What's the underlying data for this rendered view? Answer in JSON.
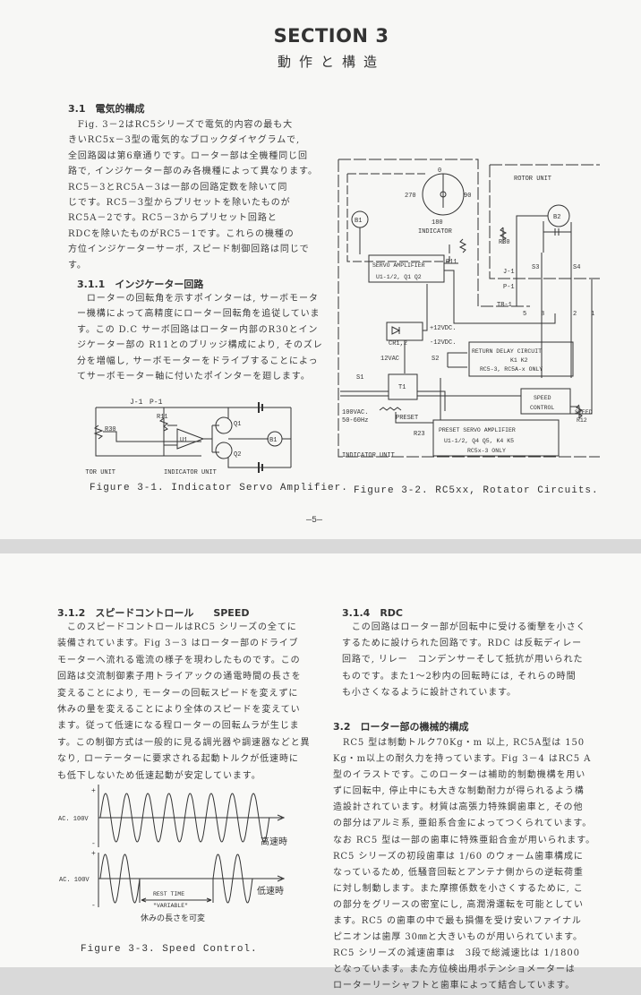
{
  "page1": {
    "section_title": "SECTION 3",
    "section_subtitle": "動作と構造",
    "s31": {
      "heading": "3.1　電気的構成",
      "lines": [
        "　Fig. 3－2はRC5シリーズで電気的内容の最も大",
        "きいRC5x－3型の電気的なブロックダイヤグラムで,",
        "全回路図は第6章通りです。ローター部は全機種同じ回",
        "路で, インジケーター部のみ各機種によって異なります。",
        "RC5－3とRC5A－3は一部の回路定数を除いて同",
        "じです。RC5－3型からプリセットを除いたものが",
        "RC5A－2です。RC5－3からプリセット回路と",
        "RDCを除いたものがRC5－1です。これらの機種の",
        "方位インジケーターサーボ, スピード制御回路は同じで",
        "す。"
      ]
    },
    "s311": {
      "heading": "3.1.1　インジケーター回路",
      "lines": [
        "　ローターの回転角を示すポインターは, サーボモータ",
        "ー機構によって高精度にローター回転角を追従していま",
        "す。この D.C サーボ回路はローター内部のR30とイン",
        "ジケーター部の R11とのブリッジ構成により, そのズレ",
        "分を増幅し, サーボモーターをドライブすることによっ",
        "てサーボモーター軸に付いたポインターを廻します。"
      ]
    },
    "fig31": {
      "labels": {
        "j1": "J-1",
        "p1": "P-1",
        "r11": "R11",
        "r30": "R30",
        "u1": "U1",
        "q1": "Q1",
        "q2": "Q2",
        "b1": "B1",
        "rotor_unit": "ROTOR UNIT",
        "indicator_unit": "INDICATOR UNIT"
      },
      "caption": "Figure 3-1. Indicator Servo Amplifier."
    },
    "fig32": {
      "labels": {
        "deg0": "0",
        "deg90": "90",
        "deg180": "180",
        "deg270": "270",
        "indicator": "INDICATOR",
        "b1": "B1",
        "b2": "B2",
        "rotor_unit": "ROTOR UNIT",
        "r30": "R30",
        "r11": "R11",
        "servo_amp": "SERVO AMPLIFIER",
        "servo_amp_parts": "U1-1/2, Q1 Q2",
        "j1": "J-1",
        "p1": "P-1",
        "tb1": "TB-1",
        "s3": "S3",
        "s4": "S4",
        "t5": "5",
        "t3": "3",
        "t2": "2",
        "t1": "1",
        "cr": "CR1,2",
        "plus12": "+12VDC.",
        "minus12": "-12VDC.",
        "vac12": "12VAC",
        "s2": "S2",
        "s1": "S1",
        "t1box": "T1",
        "rdc": "RETURN DELAY CIRCUIT",
        "rdc_parts": "K1 K2",
        "rdc_models": "RC5-3, RC5A-x ONLY",
        "speed_ctrl_1": "SPEED",
        "speed_ctrl_2": "CONTROL",
        "speed_r_1": "SPEED",
        "speed_r_2": "R12",
        "ac_1": "100VAC.",
        "ac_2": "50-60Hz",
        "preset": "PRESET",
        "r23": "R23",
        "preset_amp": "PRESET SERVO AMPLIFIER",
        "preset_parts": "U1-1/2, Q4 Q5, K4 K5",
        "preset_models": "RC5x-3 ONLY",
        "indicator_unit": "INDICATOR UNIT"
      },
      "caption": "Figure 3-2. RC5xx, Rotator Circuits."
    },
    "page_number": "—5—"
  },
  "page2": {
    "s312": {
      "heading": "3.1.2　スピードコントロール　　SPEED",
      "lines": [
        "　このスピードコントロールはRC5 シリーズの全てに",
        "装備されています。Fig 3－3 はローター部のドライブ",
        "モーターへ流れる電流の様子を現わしたものです。この",
        "回路は交流制御素子用トライアックの通電時間の長さを",
        "変えることにより, モーターの回転スピードを変えずに",
        "休みの量を変えることにより全体のスピードを変えてい",
        "ます。従って低速になる程ローターの回転ムラが生じま",
        "す。この制御方式は一般的に見る調光器や調速器などと異",
        "なり, ローテーターに要求される起動トルクが低速時に",
        "も低下しないため低速起動が安定しています。"
      ]
    },
    "fig33": {
      "plus": "+",
      "minus": "-",
      "ac_label": "AC. 100V",
      "high_speed": "高速時",
      "low_speed": "低速時",
      "rest_time": "REST TIME",
      "variable": "\"VARIABLE\"",
      "rest_note": "休みの長さを可変",
      "caption": "Figure 3-3. Speed Control."
    },
    "s314": {
      "heading": "3.1.4　RDC",
      "lines": [
        "　この回路はローター部が回転中に受ける衝撃を小さく",
        "するために設けられた回路です。RDC は反転ディレー",
        "回路で, リレー　コンデンサーそして抵抗が用いられた",
        "ものです。また1～2秒内の回転時には, それらの時間",
        "も小さくなるように設計されています。"
      ]
    },
    "s32": {
      "heading": "3.2　ローター部の機械的構成",
      "lines": [
        "　RC5 型は制動トルク70Kg・m 以上, RC5A型は 150",
        "Kg・m以上の耐久力を持っています。Fig 3－4 はRC5 A",
        "型のイラストです。このローターは補助的制動機構を用い",
        "ずに回転中, 停止中にも大きな制動耐力が得られるよう構",
        "造設計されています。材質は高張力特殊鋼歯車と, その他",
        "の部分はアルミ系, 亜鉛系合金によってつくられています。",
        "なお RC5 型は一部の歯車に特殊亜鉛合金が用いられます。",
        "RC5 シリーズの初段歯車は 1/60 のウォーム歯車構成に",
        "なっているため, 低騒音回転とアンテナ側からの逆転荷重",
        "に対し制動します。また摩擦係数を小さくするために, こ",
        "の部分をグリースの密室にし, 高潤滑運転を可能としてい",
        "ます。RC5 の歯車の中で最も損傷を受け安いファイナル",
        "ピニオンは歯厚 30㎜と大きいものが用いられています。",
        "RC5 シリーズの減速歯車は　3段で総減速比は 1/1800",
        "となっています。また方位検出用ポテンショメーターは",
        "ローターリーシャフトと歯車によって結合しています。"
      ]
    }
  }
}
